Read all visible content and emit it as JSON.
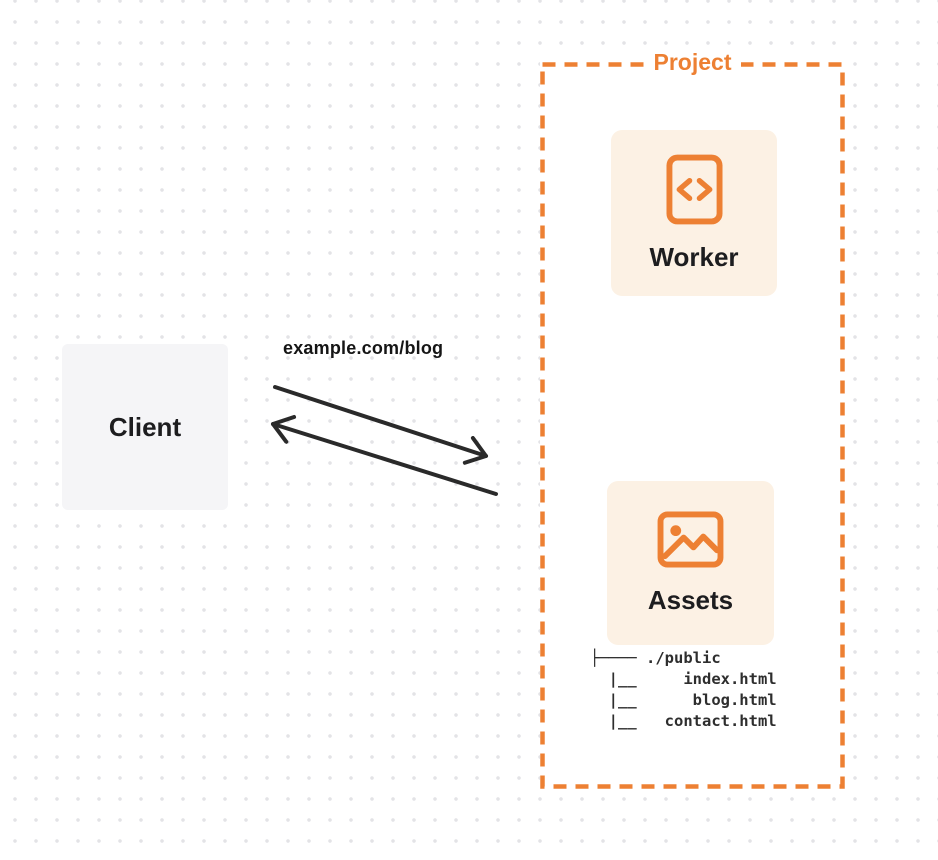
{
  "colors": {
    "accent": "#ED8033",
    "cream": "#FCF1E4",
    "client_gray": "#F5F5F7",
    "ink": "#1D1D1F",
    "arrow_ink": "#2A2A2A",
    "tree_ink": "#2E2E2E",
    "dot": "#E3E3E6",
    "page_bg": "#FFFFFF"
  },
  "client": {
    "label": "Client"
  },
  "request": {
    "url_label": "example.com/blog"
  },
  "project": {
    "label": "Project",
    "worker": {
      "label": "Worker",
      "icon": "code-file-icon"
    },
    "assets": {
      "label": "Assets",
      "icon": "image-icon",
      "directory": "./public",
      "files": [
        "index.html",
        "blog.html",
        "contact.html"
      ],
      "tree_text": "├──── ./public\n  |__     index.html\n  |__      blog.html\n  |__   contact.html"
    }
  }
}
